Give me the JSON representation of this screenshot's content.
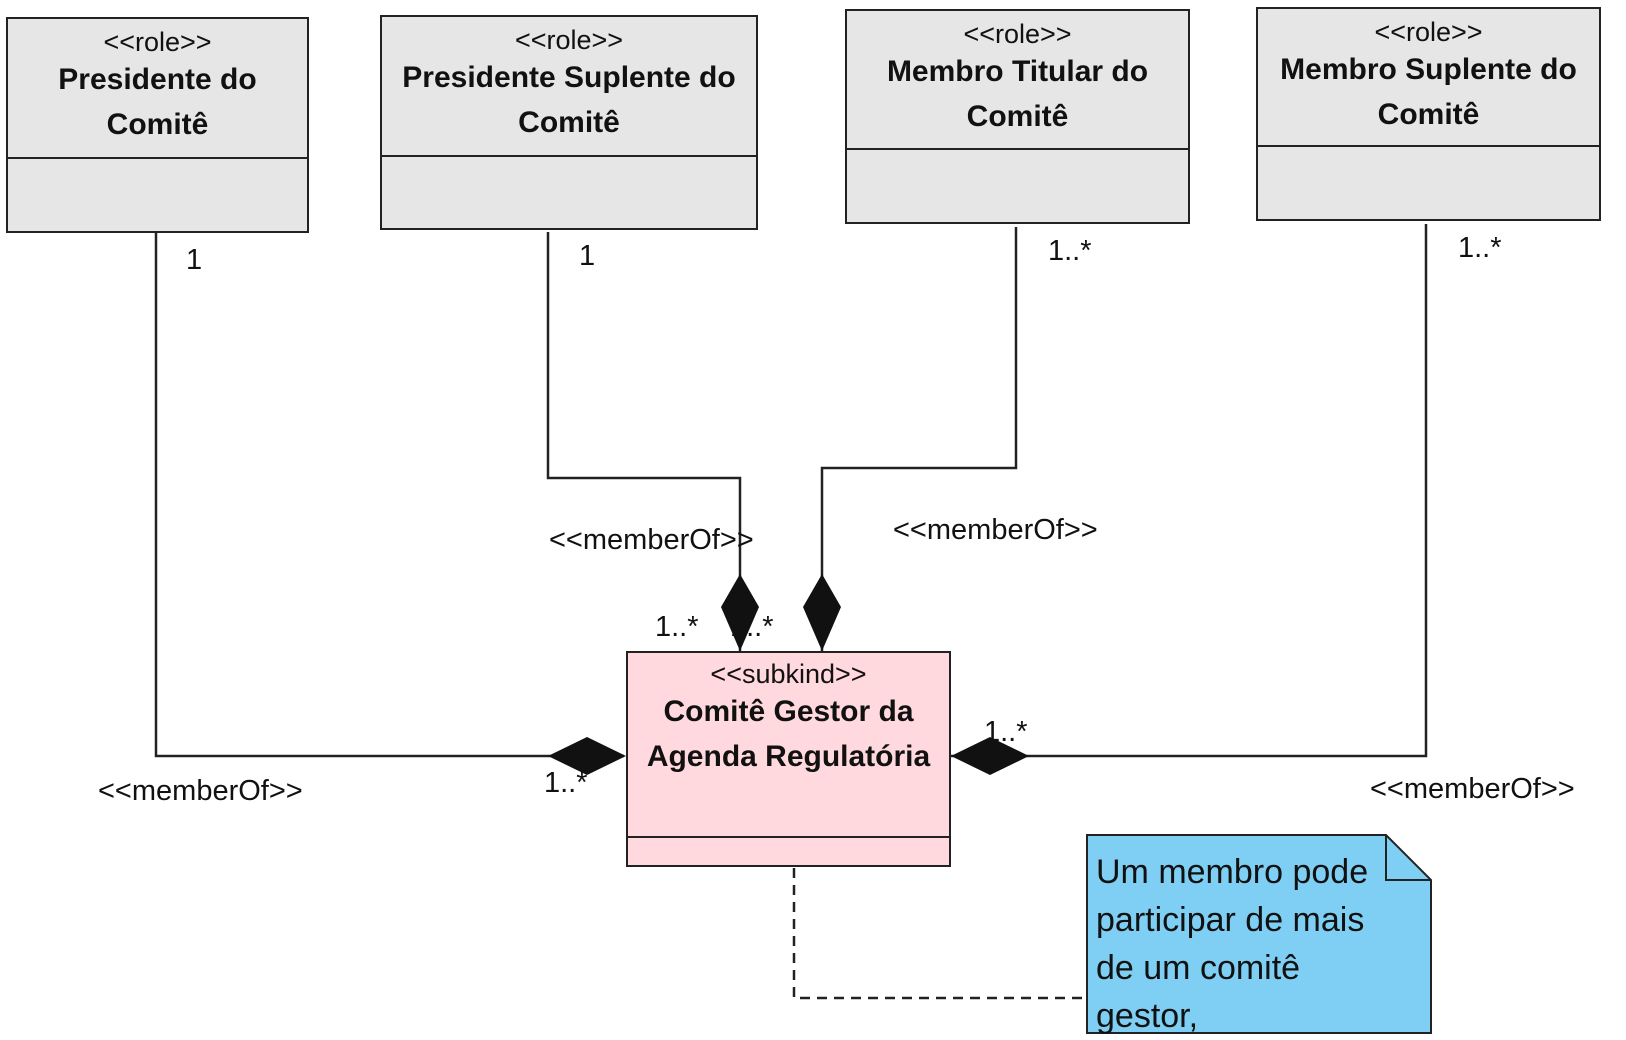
{
  "colors": {
    "role_fill": "#e6e6e6",
    "subkind_fill": "#ffd9de",
    "note_fill": "#7ecff3",
    "stroke": "#222222"
  },
  "classes": {
    "presidente": {
      "stereotype": "<<role>>",
      "name": "Presidente do Comitê"
    },
    "presidente_suplente": {
      "stereotype": "<<role>>",
      "name": "Presidente Suplente do Comitê"
    },
    "membro_titular": {
      "stereotype": "<<role>>",
      "name": "Membro Titular do Comitê"
    },
    "membro_suplente": {
      "stereotype": "<<role>>",
      "name": "Membro Suplente do Comitê"
    },
    "comite_gestor": {
      "stereotype": "<<subkind>>",
      "name": "Comitê Gestor da Agenda Regulatória"
    }
  },
  "associations": {
    "presidente": {
      "stereotype": "<<memberOf>>",
      "mult_role": "1",
      "mult_whole": "1..*"
    },
    "presidente_suplente": {
      "stereotype": "<<memberOf>>",
      "mult_role": "1",
      "mult_whole": "1..*"
    },
    "membro_titular": {
      "stereotype": "<<memberOf>>",
      "mult_role": "1..*",
      "mult_whole": "1..*"
    },
    "membro_suplente": {
      "stereotype": "<<memberOf>>",
      "mult_role": "1..*",
      "mult_whole": "1..*"
    }
  },
  "note": {
    "text": "Um membro pode participar de mais de um comitê gestor,"
  }
}
